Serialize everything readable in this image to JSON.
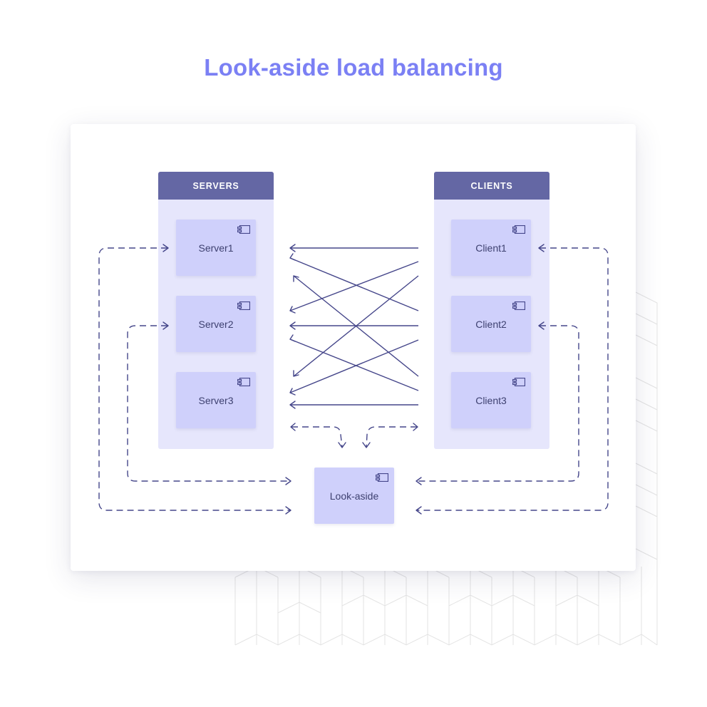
{
  "title": "Look-aside load balancing",
  "servers": {
    "header": "SERVERS",
    "items": [
      {
        "label": "Server1"
      },
      {
        "label": "Server2"
      },
      {
        "label": "Server3"
      }
    ]
  },
  "clients": {
    "header": "CLIENTS",
    "items": [
      {
        "label": "Client1"
      },
      {
        "label": "Client2"
      },
      {
        "label": "Client3"
      }
    ]
  },
  "lookaside": {
    "label": "Look-aside"
  },
  "icons": {
    "component": "component-icon"
  },
  "colors": {
    "title": "#7b80f4",
    "panel_header": "#6467a4",
    "panel_bg": "#e6e6fc",
    "node_bg": "#cfd0fb",
    "arrow": "#45468a"
  }
}
